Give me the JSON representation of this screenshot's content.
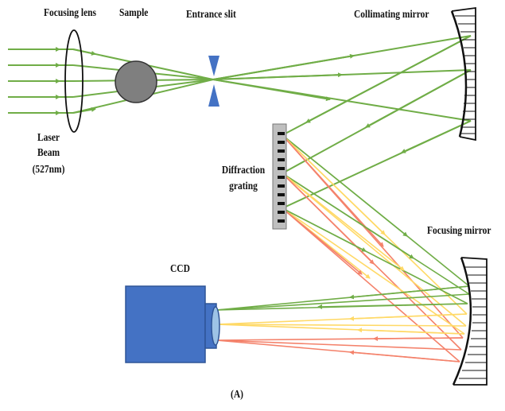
{
  "labels": {
    "focusing_lens": "Focusing lens",
    "sample": "Sample",
    "entrance_slit": "Entrance slit",
    "collimating_mirror": "Collimating mirror",
    "laser_line1": "Laser",
    "laser_line2": "Beam",
    "laser_line3": "(527nm)",
    "diffraction_line1": "Diffraction",
    "diffraction_line2": "grating",
    "focusing_mirror": "Focusing mirror",
    "ccd": "CCD",
    "panel": "(A)"
  },
  "colors": {
    "green_beam": "#70ad47",
    "yellow_beam": "#ffd966",
    "red_beam": "#f4826b",
    "ccd_body": "#4472c4",
    "ccd_lens": "#9dc3e6",
    "sample_fill": "#7f7f7f",
    "slit": "#4472c4",
    "grating": "#bfbfbf"
  }
}
